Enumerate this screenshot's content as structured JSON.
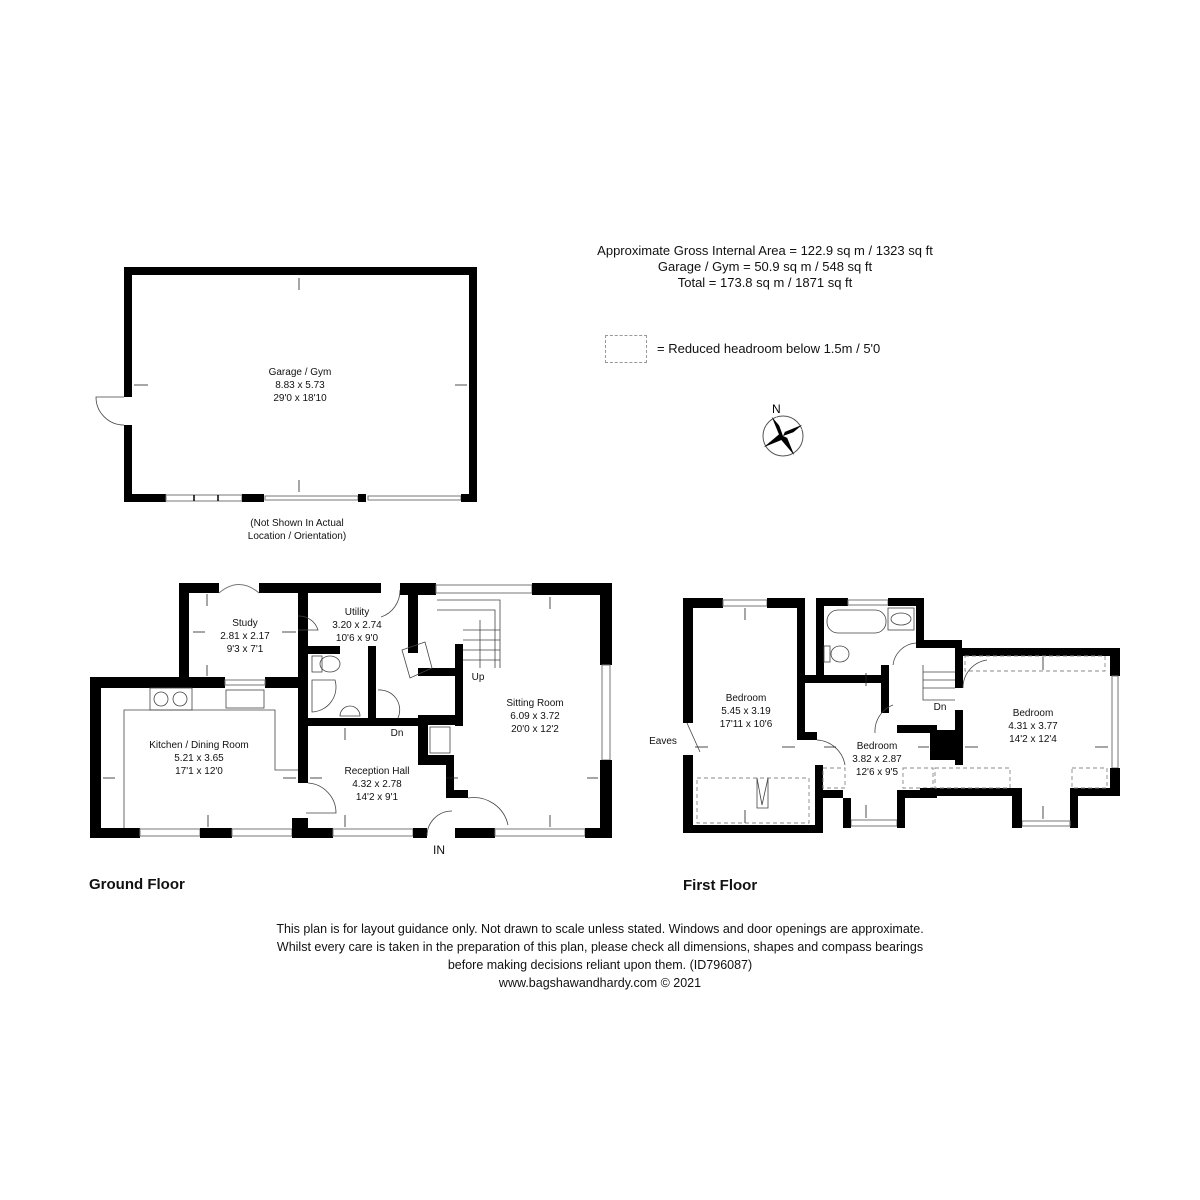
{
  "area_summary": {
    "line1": "Approximate Gross Internal Area = 122.9 sq m / 1323 sq ft",
    "line2": "Garage / Gym = 50.9 sq m / 548 sq ft",
    "line3": "Total = 173.8 sq m / 1871 sq ft"
  },
  "legend": {
    "reduced_headroom": "= Reduced headroom below 1.5m / 5'0"
  },
  "compass": {
    "north_label": "N"
  },
  "garage": {
    "name": "Garage / Gym",
    "metric": "8.83 x 5.73",
    "imperial": "29'0 x 18'10",
    "note_line1": "(Not Shown In Actual",
    "note_line2": "Location / Orientation)"
  },
  "ground_floor": {
    "title": "Ground Floor",
    "rooms": [
      {
        "name": "Study",
        "metric": "2.81 x 2.17",
        "imperial": "9'3 x 7'1"
      },
      {
        "name": "Utility",
        "metric": "3.20 x 2.74",
        "imperial": "10'6 x 9'0"
      },
      {
        "name": "Kitchen / Dining Room",
        "metric": "5.21 x 3.65",
        "imperial": "17'1 x 12'0"
      },
      {
        "name": "Reception Hall",
        "metric": "4.32 x 2.78",
        "imperial": "14'2 x 9'1"
      },
      {
        "name": "Sitting Room",
        "metric": "6.09 x 3.72",
        "imperial": "20'0 x 12'2"
      }
    ],
    "labels": {
      "up": "Up",
      "down": "Dn",
      "entrance": "IN"
    }
  },
  "first_floor": {
    "title": "First Floor",
    "rooms": [
      {
        "name": "Bedroom",
        "metric": "5.45 x 3.19",
        "imperial": "17'11 x 10'6"
      },
      {
        "name": "Bedroom",
        "metric": "3.82 x 2.87",
        "imperial": "12'6 x 9'5"
      },
      {
        "name": "Bedroom",
        "metric": "4.31 x 3.77",
        "imperial": "14'2 x 12'4"
      }
    ],
    "labels": {
      "eaves": "Eaves",
      "down": "Dn"
    }
  },
  "disclaimer": {
    "line1": "This plan is for layout guidance only. Not drawn to scale unless stated. Windows and door openings are approximate.",
    "line2": "Whilst every care is taken in the preparation of this plan, please check all dimensions, shapes and compass bearings",
    "line3": "before making decisions reliant upon them. (ID796087)",
    "line4": "www.bagshawandhardy.com © 2021"
  }
}
